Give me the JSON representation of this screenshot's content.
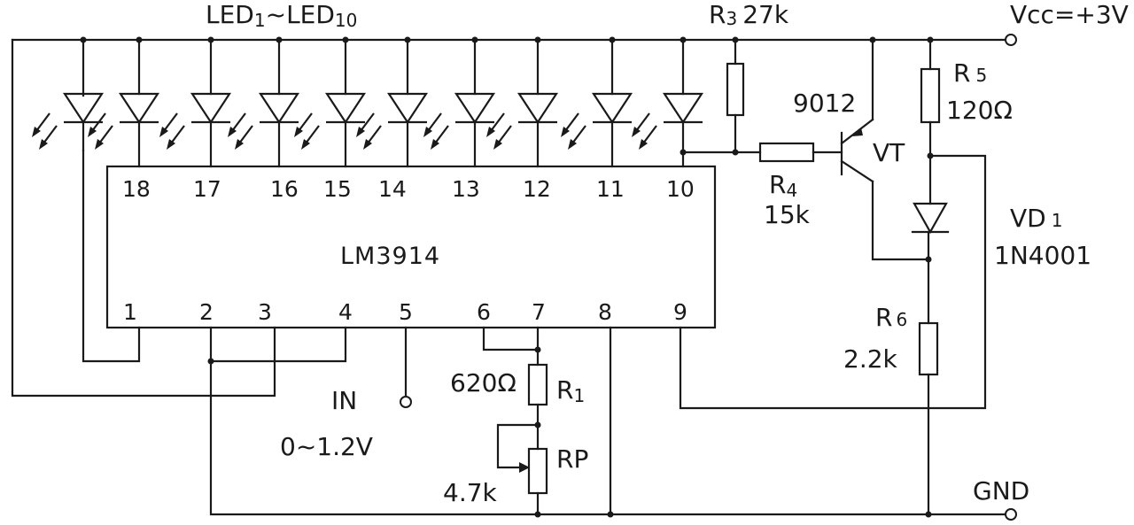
{
  "title": {
    "led": "LED",
    "led_sub1": "1",
    "tilde": "~",
    "led2": "LED",
    "led_sub2": "10"
  },
  "chip": {
    "name": "LM3914",
    "top_pins": [
      "18",
      "17",
      "16",
      "15",
      "14",
      "13",
      "12",
      "11",
      "10"
    ],
    "bottom_pins": [
      "1",
      "2",
      "3",
      "4",
      "5",
      "6",
      "7",
      "8",
      "9"
    ]
  },
  "supply": {
    "vcc": "Vcc=+3V",
    "gnd": "GND"
  },
  "r3": {
    "name": "R",
    "sub": "3",
    "value": "27k"
  },
  "r4": {
    "name": "R",
    "sub": "4",
    "value": "15k"
  },
  "r5": {
    "name": "R",
    "sub": "5",
    "value": "120Ω"
  },
  "r6": {
    "name": "R",
    "sub": "6",
    "value": "2.2k"
  },
  "r1": {
    "name": "R",
    "sub": "1",
    "value": "620Ω"
  },
  "rp": {
    "name": "RP",
    "value": "4.7k"
  },
  "transistor": {
    "part": "9012",
    "name": "VT"
  },
  "diode": {
    "name": "VD",
    "sub": "1",
    "part": "1N4001"
  },
  "input": {
    "name": "IN",
    "range": "0~1.2V"
  }
}
